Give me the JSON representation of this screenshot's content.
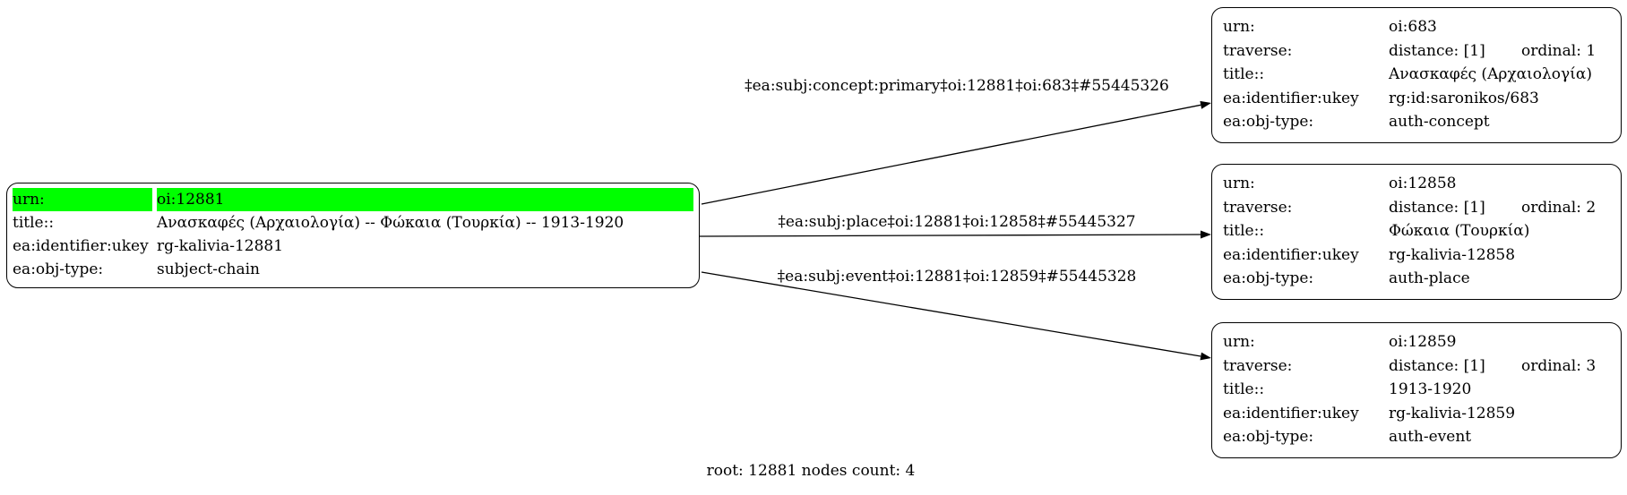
{
  "caption": "root: 12881 nodes count: 4",
  "colors": {
    "highlight": "#00ff00",
    "border": "#000000",
    "background": "#ffffff"
  },
  "field_labels": {
    "urn": "urn:",
    "traverse": "traverse:",
    "title": "title::",
    "ukey": "ea:identifier:ukey",
    "objtype": "ea:obj-type:"
  },
  "root_node": {
    "urn": "oi:12881",
    "title": "Ανασκαφές (Αρχαιολογία) -- Φώκαια (Τουρκία) -- 1913-1920",
    "ukey": "rg-kalivia-12881",
    "objtype": "subject-chain"
  },
  "edges": [
    {
      "label": "‡ea:subj:concept:primary‡oi:12881‡oi:683‡#55445326"
    },
    {
      "label": "‡ea:subj:place‡oi:12881‡oi:12858‡#55445327"
    },
    {
      "label": "‡ea:subj:event‡oi:12881‡oi:12859‡#55445328"
    }
  ],
  "nodes": [
    {
      "urn": "oi:683",
      "distance": "distance: [1]",
      "ordinal": "ordinal: 1",
      "title": "Ανασκαφές (Αρχαιολογία)",
      "ukey": "rg:id:saronikos/683",
      "objtype": "auth-concept"
    },
    {
      "urn": "oi:12858",
      "distance": "distance: [1]",
      "ordinal": "ordinal: 2",
      "title": "Φώκαια (Τουρκία)",
      "ukey": "rg-kalivia-12858",
      "objtype": "auth-place"
    },
    {
      "urn": "oi:12859",
      "distance": "distance: [1]",
      "ordinal": "ordinal: 3",
      "title": "1913-1920",
      "ukey": "rg-kalivia-12859",
      "objtype": "auth-event"
    }
  ]
}
